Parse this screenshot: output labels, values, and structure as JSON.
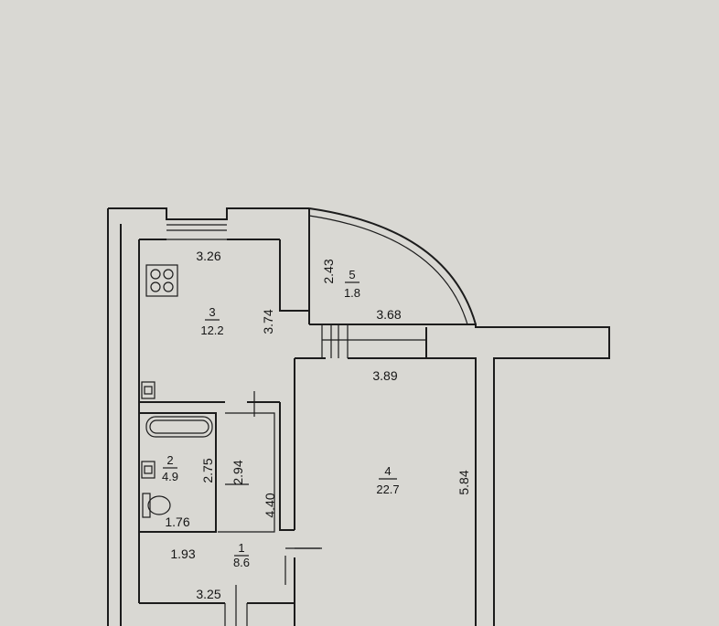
{
  "rooms": {
    "kitchen": {
      "number": "3",
      "area": "12.2"
    },
    "balcony": {
      "number": "5",
      "area": "1.8"
    },
    "bathroom": {
      "number": "2",
      "area": "4.9"
    },
    "living": {
      "number": "4",
      "area": "22.7"
    },
    "hall": {
      "number": "1",
      "area": "8.6"
    }
  },
  "dimensions": {
    "kitchen_width": "3.26",
    "kitchen_length": "3.74",
    "balcony_depth": "2.43",
    "balcony_width": "3.68",
    "living_width": "3.89",
    "living_length": "5.84",
    "bath_length": "2.75",
    "bath_inner": "2.94",
    "bath_width": "1.76",
    "hall_length": "4.40",
    "hall_width": "1.93",
    "hall_bottom": "3.25"
  }
}
